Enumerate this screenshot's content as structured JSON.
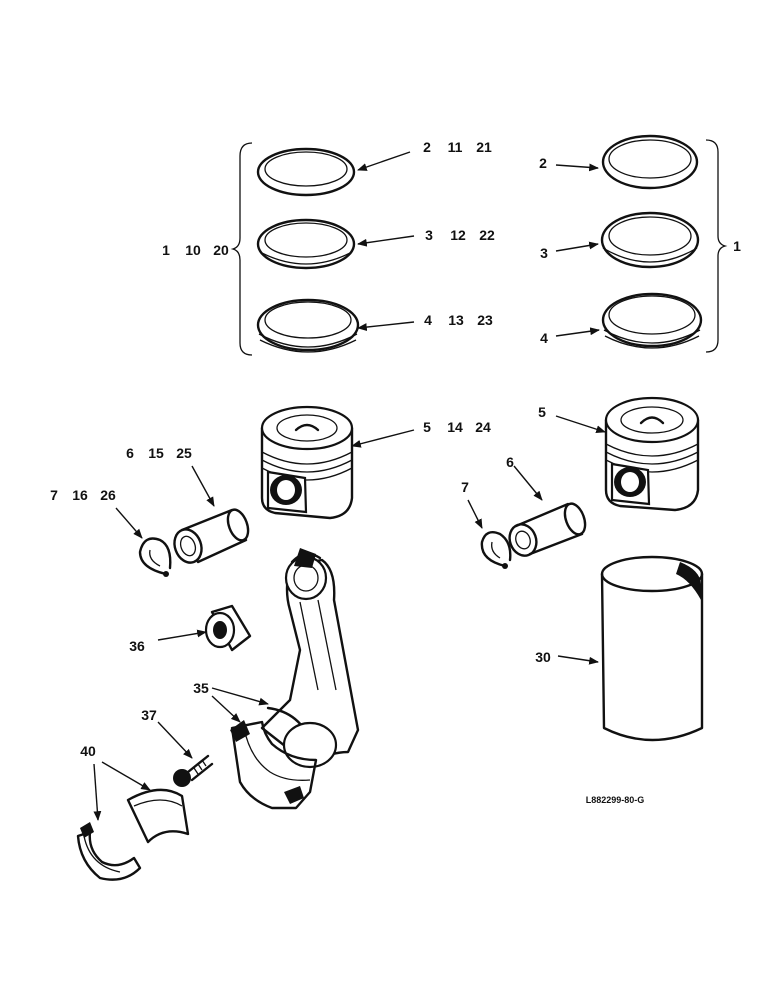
{
  "labels": {
    "bracket_left": [
      "1",
      "10",
      "20"
    ],
    "bracket_right": "1",
    "ring_top_left": [
      "2",
      "11",
      "21"
    ],
    "ring_mid_left": [
      "3",
      "12",
      "22"
    ],
    "ring_bot_left": [
      "4",
      "13",
      "23"
    ],
    "ring_top_right": "2",
    "ring_mid_right": "3",
    "ring_bot_right": "4",
    "piston_left": [
      "5",
      "14",
      "24"
    ],
    "piston_right": "5",
    "pin_left": [
      "6",
      "15",
      "25"
    ],
    "pin_right": "6",
    "clip_left": [
      "7",
      "16",
      "26"
    ],
    "clip_right": "7",
    "bushing": "36",
    "rod": "35",
    "bolt": "37",
    "bearing": "40",
    "liner": "30"
  },
  "reference_code": "L882299-80-G"
}
